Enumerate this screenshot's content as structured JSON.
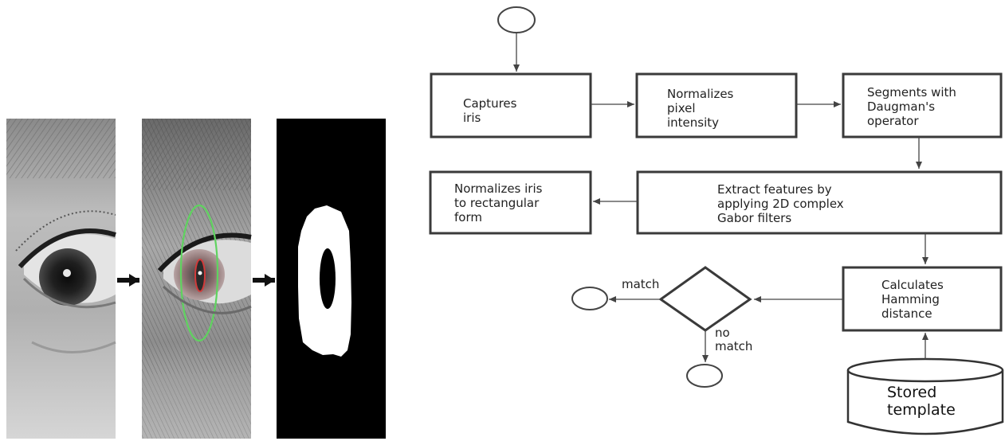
{
  "photos": {
    "panel1": "eye-photo-grayscale",
    "panel2": "eye-photo-contrast-enhanced-with-segmentation-circles",
    "panel3": "binary-iris-mask"
  },
  "flowchart": {
    "captures": [
      "Captures",
      "iris"
    ],
    "normalizes_pixel": [
      "Normalizes",
      "pixel",
      "intensity"
    ],
    "segments": [
      "Segments with",
      "Daugman's",
      "operator"
    ],
    "extract": [
      "Extract features by",
      "applying 2D complex",
      "Gabor filters"
    ],
    "normalizes_iris": [
      "Normalizes iris",
      "to rectangular",
      "form"
    ],
    "hamming": [
      "Calculates",
      "Hamming",
      "distance"
    ],
    "stored": [
      "Stored",
      "template"
    ],
    "match": "match",
    "no_match": [
      "no",
      "match"
    ]
  },
  "colors": {
    "box_stroke": "#3a3a3a",
    "segmentation_outer": "#5fd35f",
    "segmentation_inner": "#d23a3a"
  }
}
